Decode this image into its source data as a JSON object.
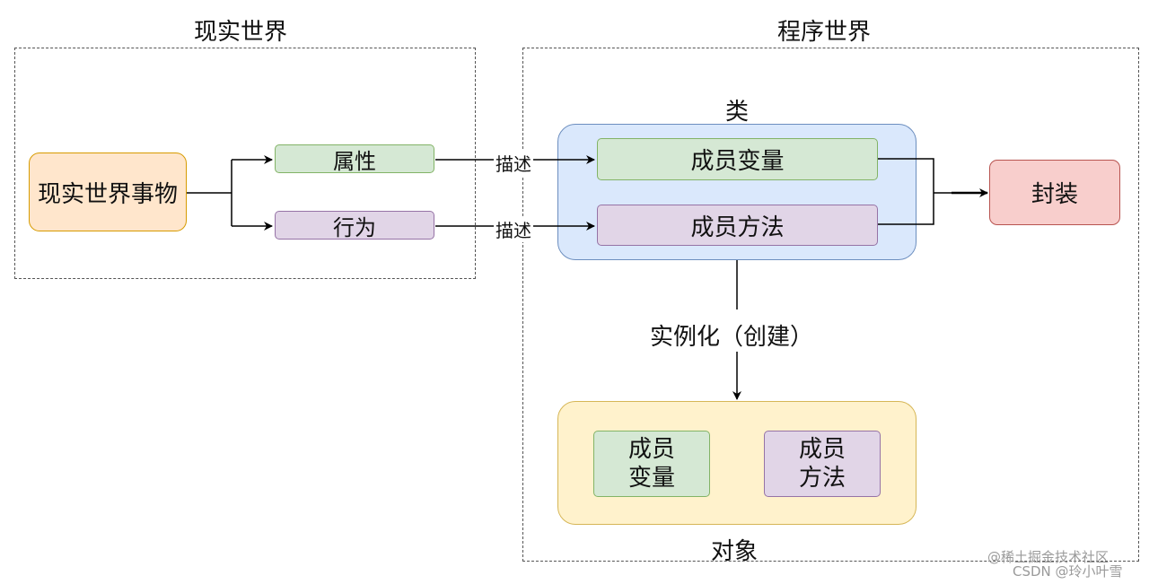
{
  "real_world": {
    "title": "现实世界",
    "thing": "现实世界事物",
    "attribute": "属性",
    "behavior": "行为"
  },
  "program_world": {
    "title": "程序世界",
    "class_label": "类",
    "member_var": "成员变量",
    "member_method": "成员方法",
    "encapsulation": "封装",
    "instantiate": "实例化（创建）",
    "object_label": "对象",
    "obj_var_line1": "成员",
    "obj_var_line2": "变量",
    "obj_method_line1": "成员",
    "obj_method_line2": "方法"
  },
  "edges": {
    "describe_top": "描述",
    "describe_bottom": "描述"
  },
  "watermark": {
    "line1": "@稀土掘金技术社区",
    "line2": "CSDN @玲小叶雪"
  },
  "colors": {
    "green_fill": "#d5e8d4",
    "purple_fill": "#e1d5e7",
    "orange_fill": "#ffe6cc",
    "red_fill": "#f8cecc",
    "blue_fill": "#dae8fc",
    "yellow_fill": "#fff2cc"
  }
}
